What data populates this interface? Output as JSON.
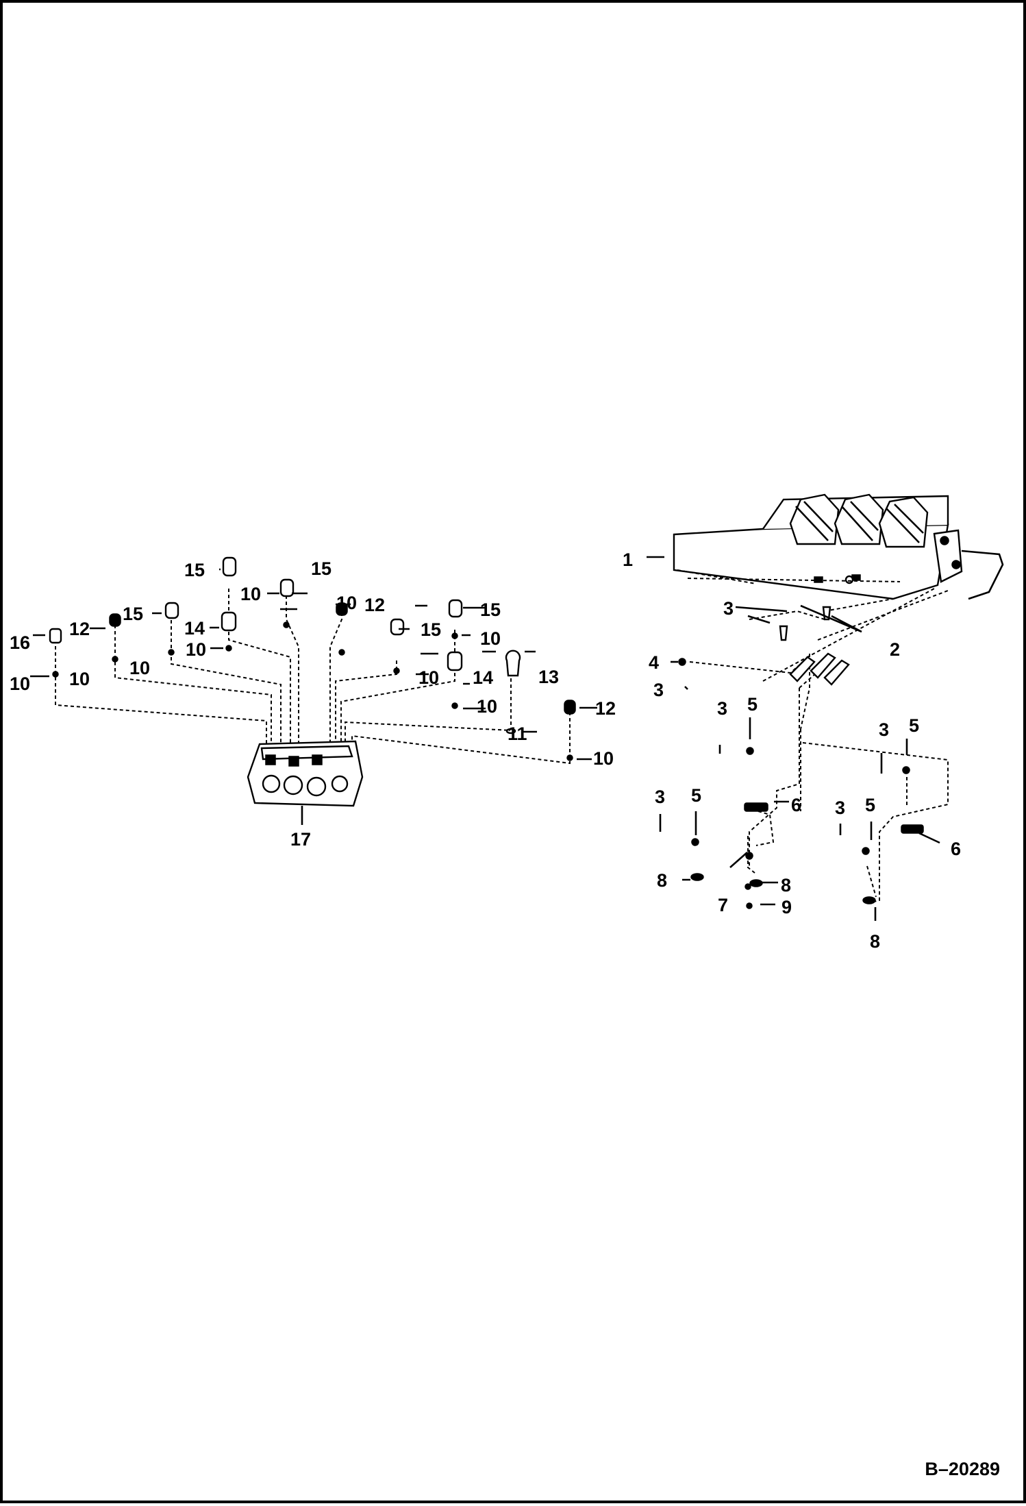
{
  "diagram": {
    "drawing_number": "B–20289",
    "callouts": {
      "c1": "1",
      "c2": "2",
      "c3": "3",
      "c4": "4",
      "c5": "5",
      "c6": "6",
      "c7": "7",
      "c8": "8",
      "c9": "9",
      "c10": "10",
      "c11": "11",
      "c12": "12",
      "c13": "13",
      "c14": "14",
      "c15": "15",
      "c16": "16",
      "c17": "17"
    }
  }
}
